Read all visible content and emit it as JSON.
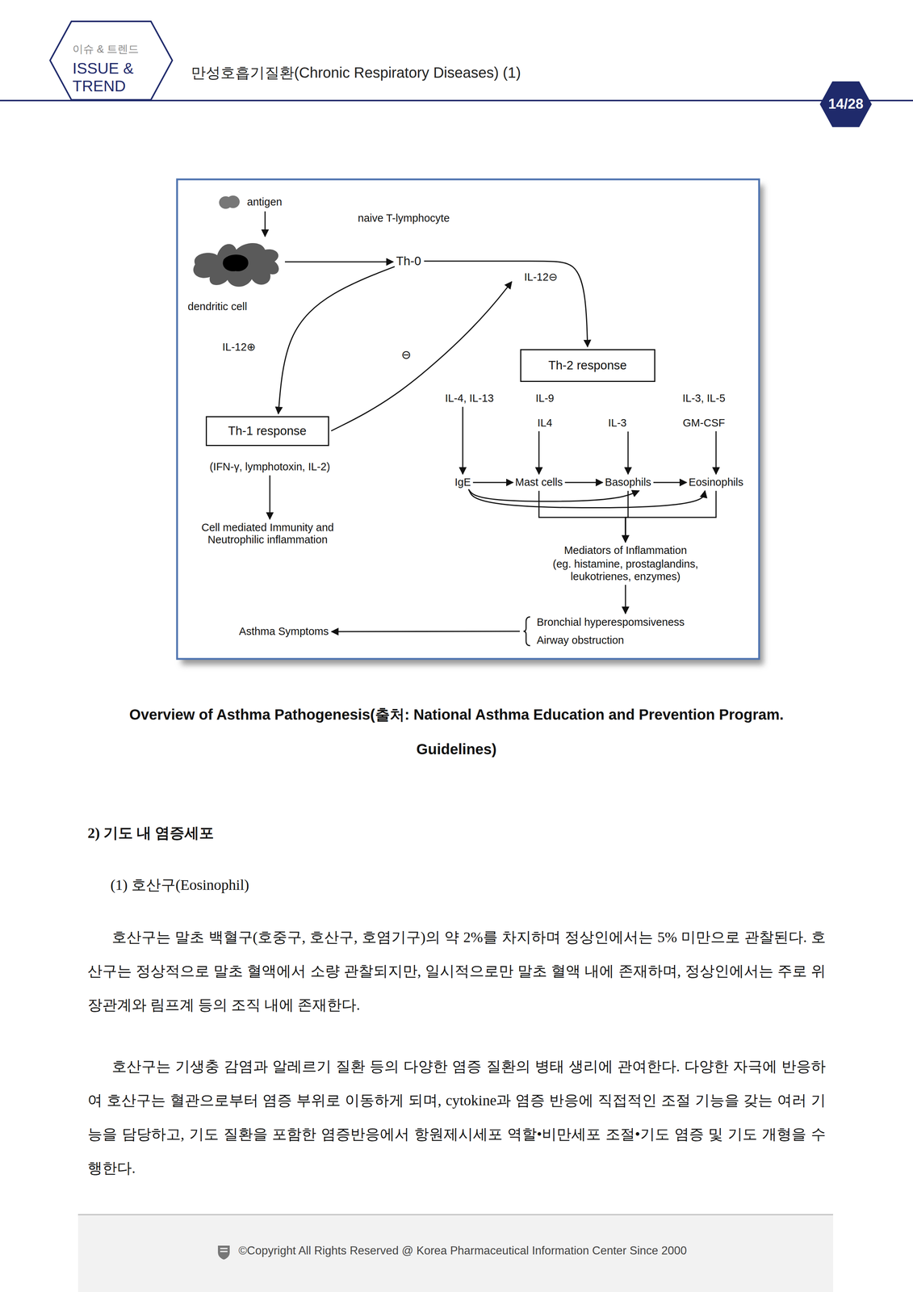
{
  "diagram": {
    "title": "만성호흡기질환(Chronic Respiratory Diseases) (1)",
    "caption": "Overview of Asthma Pathogenesis(출처: National Asthma Education and Prevention Program. Guidelines)",
    "nodes": [
      {
        "text": [
          "이슈 & 트렌드",
          "ISSUE & TREND"
        ]
      },
      {
        "text": [
          "14/28"
        ]
      },
      {
        "text": [
          "antigen"
        ]
      },
      {
        "text": [
          "dendritic cell"
        ]
      },
      {
        "text": [
          "Th-0"
        ]
      },
      {
        "text": [
          "Th-2 response"
        ]
      },
      {
        "text": [
          "Th-1 response"
        ]
      },
      {
        "text": [
          "(IFN-γ, lymphotoxin, IL-2)"
        ]
      },
      {
        "text": [
          "Cell mediated Immunity and Neutrophilic inflammation"
        ]
      },
      {
        "text": [
          "IL-4, IL-13"
        ]
      },
      {
        "text": [
          "IL-9",
          "IL4"
        ]
      },
      {
        "text": [
          "IL-3"
        ]
      },
      {
        "text": [
          "IL-3, IL-5",
          "GM-CSF"
        ]
      },
      {
        "text": [
          "IgE"
        ]
      },
      {
        "text": [
          "Mast cells"
        ]
      },
      {
        "text": [
          "Basophils"
        ]
      },
      {
        "text": [
          "Eosinophils"
        ]
      },
      {
        "text": [
          "Mediators of Inflammation",
          "(eg. histamine, prostaglandins, leukotrienes, enzymes)"
        ]
      },
      {
        "text": [
          "Bronchial hyperespomsiveness",
          "Airway obstruction"
        ]
      },
      {
        "text": [
          "Asthma Symptoms"
        ]
      }
    ],
    "edges": [
      {
        "from": 2,
        "to": 3,
        "arrow": "to"
      },
      {
        "from": 3,
        "to": 4,
        "arrow": "to"
      },
      {
        "from": 4,
        "to": 5,
        "label": "IL-12⊖",
        "arrow": "to"
      },
      {
        "from": 4,
        "to": 6,
        "label": "IL-12⊕",
        "arrow": "to"
      },
      {
        "from": 9,
        "to": 13,
        "arrow": "to"
      },
      {
        "from": 10,
        "to": 14,
        "arrow": "to"
      },
      {
        "from": 11,
        "to": 15,
        "arrow": "to"
      },
      {
        "from": 12,
        "to": 16,
        "arrow": "to"
      },
      {
        "from": 13,
        "to": 14,
        "arrow": "to"
      },
      {
        "from": 14,
        "to": 15,
        "arrow": "to"
      },
      {
        "from": 15,
        "to": 16,
        "arrow": "to"
      },
      {
        "from": 13,
        "to": 15,
        "arrow": "to"
      },
      {
        "from": 13,
        "to": 16,
        "arrow": "to"
      },
      {
        "from": 14,
        "to": 17,
        "arrow": "to"
      },
      {
        "from": 15,
        "to": 17,
        "arrow": "to"
      },
      {
        "from": 16,
        "to": 17,
        "arrow": "to"
      },
      {
        "from": 17,
        "to": 18,
        "arrow": "to"
      },
      {
        "from": 18,
        "to": 19,
        "arrow": "to"
      },
      {
        "from": 7,
        "to": 8,
        "arrow": "to"
      }
    ],
    "labels": [
      "naive T-lymphocyte",
      "⊖",
      "2) 기도 내 염증세포",
      "(1) 호산구(Eosinophil)",
      "호산구는 말초 백혈구(호중구, 호산구, 호염기구)의 약 2%를 차지하며 정상인에서는 5% 미만으로 관찰된다. 호산구는 정상적으로 말초 혈액에서 소량 관찰되지만, 일시적으로만 말초 혈액 내에 존재하며, 정상인에서는 주로 위장관계와 림프계 등의 조직 내에 존재한다.",
      "호산구는 기생충 감염과 알레르기 질환 등의 다양한 염증 질환의 병태 생리에 관여한다. 다양한 자극에 반응하여 호산구는 혈관으로부터 염증 부위로 이동하게 되며, cytokine과 염증 반응에 직접적인 조절 기능을 갖는 여러 기능을 담당하고, 기도 질환을 포함한 염증반응에서 항원제시세포 역할•비만세포 조절•기도 염증 및 기도 개형을 수행한다.",
      "©Copyright All Rights Reserved @ Korea Pharmaceutical Information Center Since 2000"
    ]
  }
}
